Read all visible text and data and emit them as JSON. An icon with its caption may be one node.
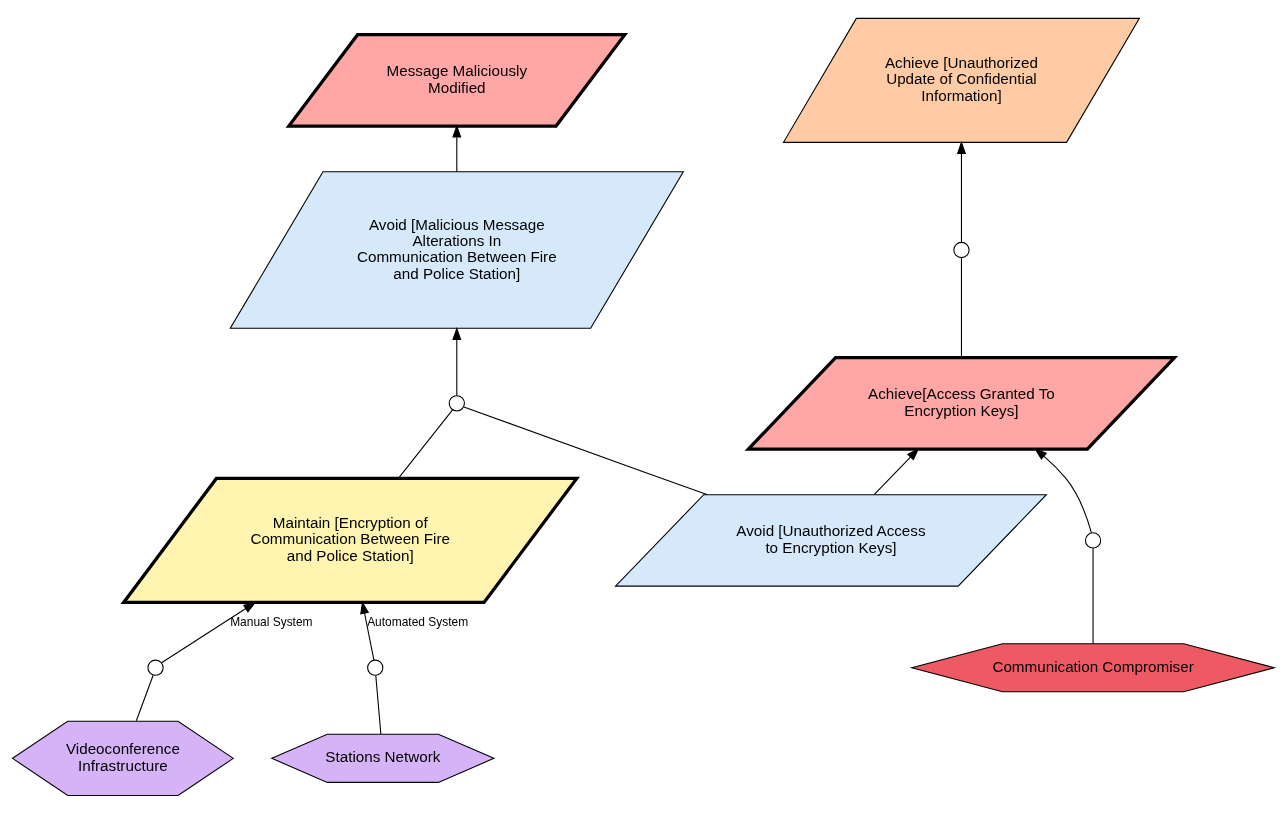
{
  "diagram": {
    "nodes": [
      {
        "text": [
          "Message Maliciously Modified"
        ]
      },
      {
        "text": [
          "Achieve [Unauthorized Update of Confidential Information]"
        ]
      },
      {
        "text": [
          "Avoid [Malicious Message Alterations In Communication Between Fire and Police Station]"
        ]
      },
      {
        "text": [
          "Achieve[Access Granted To Encryption Keys]"
        ]
      },
      {
        "text": [],
        "shape": "circle"
      },
      {
        "text": [],
        "shape": "circle"
      },
      {
        "text": [
          "Maintain [Encryption of Communication Between Fire and Police Station]"
        ]
      },
      {
        "text": [
          "Avoid [Unauthorized Access to Encryption Keys]"
        ]
      },
      {
        "text": [],
        "shape": "circle"
      },
      {
        "text": [
          "Communication Compromiser"
        ]
      },
      {
        "text": [],
        "shape": "circle"
      },
      {
        "text": [],
        "shape": "circle"
      },
      {
        "text": [
          "Videoconference Infrastructure"
        ]
      },
      {
        "text": [
          "Stations Network"
        ]
      }
    ],
    "edges": [
      {
        "from": 2,
        "to": 0,
        "arrow": "to"
      },
      {
        "from": 4,
        "to": 2,
        "arrow": "to"
      },
      {
        "from": 6,
        "to": 4,
        "arrow": "none"
      },
      {
        "from": 7,
        "to": 4,
        "arrow": "none"
      },
      {
        "from": 7,
        "to": 3,
        "arrow": "to"
      },
      {
        "from": 3,
        "to": 5,
        "arrow": "none"
      },
      {
        "from": 5,
        "to": 1,
        "arrow": "to"
      },
      {
        "from": 9,
        "to": 8,
        "arrow": "none"
      },
      {
        "from": 8,
        "to": 3,
        "arrow": "to"
      },
      {
        "from": 10,
        "to": 6,
        "arrow": "to",
        "label": "Manual System"
      },
      {
        "from": 11,
        "to": 6,
        "arrow": "to",
        "label": "Automated System"
      },
      {
        "from": 12,
        "to": 10,
        "arrow": "none"
      },
      {
        "from": 13,
        "to": 11,
        "arrow": "none"
      }
    ]
  }
}
